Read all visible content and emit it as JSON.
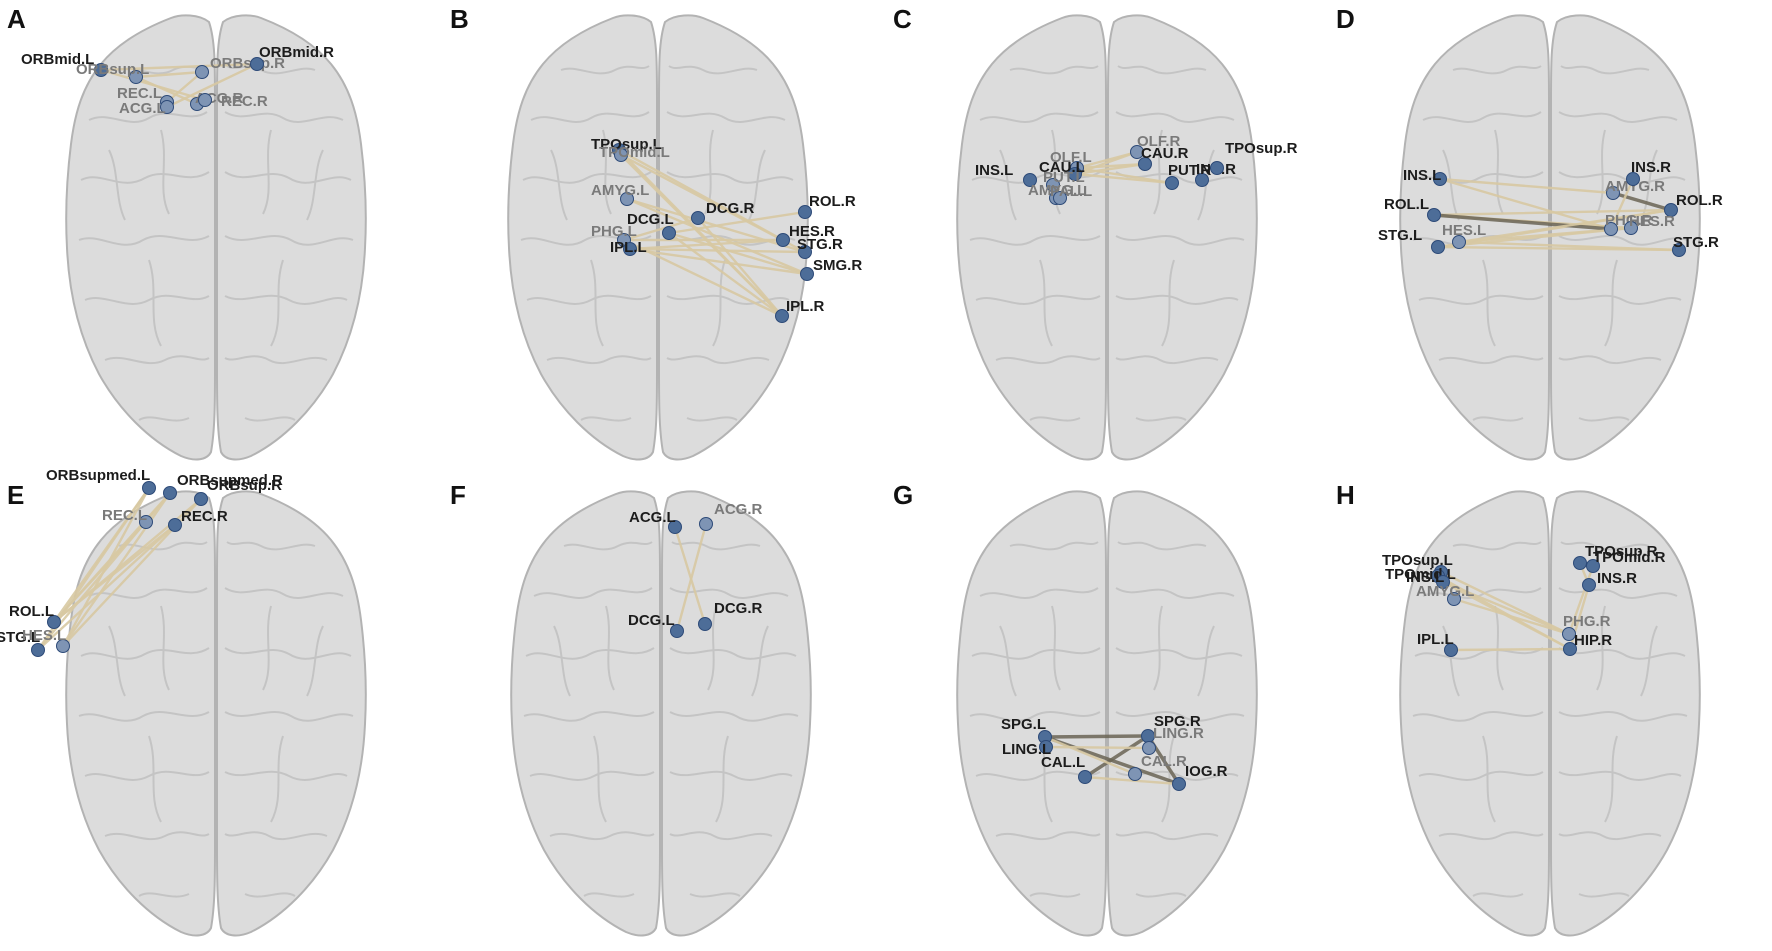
{
  "colors": {
    "brain_fill": "#dcdcdc",
    "brain_stroke": "#b3b3b3",
    "edge_light": "#d8c9a3",
    "edge_dark": "#6b6555",
    "node": "#4d6d98",
    "node_dark": "#2d4a78"
  },
  "panels": [
    {
      "letter": "A",
      "nodes": [
        {
          "label": "ORBmid.L"
        },
        {
          "label": "ORBsup.L"
        },
        {
          "label": "ORBsup.R"
        },
        {
          "label": "ORBmid.R"
        },
        {
          "label": "REC.L"
        },
        {
          "label": "ACG.L"
        },
        {
          "label": "ACG.R"
        },
        {
          "label": "REC.R"
        }
      ]
    },
    {
      "letter": "B",
      "nodes": [
        {
          "label": "TPOsup.L"
        },
        {
          "label": "TPOmid.L"
        },
        {
          "label": "AMYG.L"
        },
        {
          "label": "PHG.L"
        },
        {
          "label": "DCG.L"
        },
        {
          "label": "IPL.L"
        },
        {
          "label": "DCG.R"
        },
        {
          "label": "ROL.R"
        },
        {
          "label": "HES.R"
        },
        {
          "label": "STG.R"
        },
        {
          "label": "SMG.R"
        },
        {
          "label": "IPL.R"
        }
      ]
    },
    {
      "letter": "C",
      "nodes": [
        {
          "label": "OLF.L"
        },
        {
          "label": "CAU.L"
        },
        {
          "label": "INS.L"
        },
        {
          "label": "PUT.L"
        },
        {
          "label": "AMYG.L"
        },
        {
          "label": "PAL.L"
        },
        {
          "label": "OLF.R"
        },
        {
          "label": "CAU.R"
        },
        {
          "label": "PUT.R"
        },
        {
          "label": "INS.R"
        },
        {
          "label": "TPOsup.R"
        }
      ]
    },
    {
      "letter": "D",
      "nodes": [
        {
          "label": "INS.L"
        },
        {
          "label": "ROL.L"
        },
        {
          "label": "STG.L"
        },
        {
          "label": "HES.L"
        },
        {
          "label": "AMYG.R"
        },
        {
          "label": "INS.R"
        },
        {
          "label": "ROL.R"
        },
        {
          "label": "PHG.R"
        },
        {
          "label": "HES.R"
        },
        {
          "label": "STG.R"
        }
      ]
    },
    {
      "letter": "E",
      "nodes": [
        {
          "label": "ORBsupmed.L"
        },
        {
          "label": "ORBsupmed.R"
        },
        {
          "label": "ORBsup.R"
        },
        {
          "label": "REC.L"
        },
        {
          "label": "REC.R"
        },
        {
          "label": "ROL.L"
        },
        {
          "label": "STG.L"
        },
        {
          "label": "HES.L"
        }
      ]
    },
    {
      "letter": "F",
      "nodes": [
        {
          "label": "ACG.L"
        },
        {
          "label": "ACG.R"
        },
        {
          "label": "DCG.L"
        },
        {
          "label": "DCG.R"
        }
      ]
    },
    {
      "letter": "G",
      "nodes": [
        {
          "label": "SPG.L"
        },
        {
          "label": "LING.L"
        },
        {
          "label": "CAL.L"
        },
        {
          "label": "SPG.R"
        },
        {
          "label": "LING.R"
        },
        {
          "label": "CAL.R"
        },
        {
          "label": "IOG.R"
        }
      ]
    },
    {
      "letter": "H",
      "nodes": [
        {
          "label": "TPOsup.L"
        },
        {
          "label": "TPOmid.L"
        },
        {
          "label": "INS.L"
        },
        {
          "label": "AMYG.L"
        },
        {
          "label": "IPL.L"
        },
        {
          "label": "TPOsup.R"
        },
        {
          "label": "TPOmid.R"
        },
        {
          "label": "INS.R"
        },
        {
          "label": "PHG.R"
        },
        {
          "label": "HIP.R"
        }
      ]
    }
  ]
}
